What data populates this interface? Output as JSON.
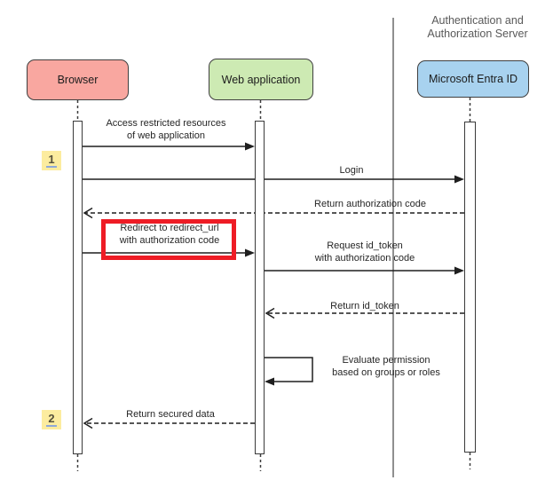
{
  "header": {
    "line1": "Authentication and",
    "line2": "Authorization Server"
  },
  "actors": [
    {
      "id": "browser",
      "label": "Browser",
      "fill": "#f9a7a0"
    },
    {
      "id": "web-application",
      "label": "Web application",
      "fill": "#cdeab3"
    },
    {
      "id": "microsoft-entra-id",
      "label": "Microsoft Entra ID",
      "fill": "#a8d2ef"
    }
  ],
  "messages": [
    {
      "id": "access-restricted-resources",
      "from": "browser",
      "to": "web-application",
      "style": "solid",
      "lines": [
        "Access restricted resources",
        "of web application"
      ]
    },
    {
      "id": "login",
      "from": "browser",
      "to": "microsoft-entra-id",
      "style": "solid",
      "lines": [
        "Login"
      ]
    },
    {
      "id": "return-authorization-code",
      "from": "microsoft-entra-id",
      "to": "browser",
      "style": "dashed",
      "lines": [
        "Return authorization code"
      ]
    },
    {
      "id": "redirect-with-authorization-code",
      "from": "browser",
      "to": "web-application",
      "style": "solid",
      "highlighted": true,
      "lines": [
        "Redirect to redirect_url",
        "with authorization code"
      ]
    },
    {
      "id": "request-id-token",
      "from": "web-application",
      "to": "microsoft-entra-id",
      "style": "solid",
      "lines": [
        "Request id_token",
        "with authorization code"
      ]
    },
    {
      "id": "return-id-token",
      "from": "microsoft-entra-id",
      "to": "web-application",
      "style": "dashed",
      "lines": [
        "Return id_token"
      ]
    },
    {
      "id": "evaluate-permission",
      "from": "web-application",
      "to": "web-application",
      "style": "self",
      "lines": [
        "Evaluate permission",
        "based on groups or roles"
      ]
    },
    {
      "id": "return-secured-data",
      "from": "web-application",
      "to": "browser",
      "style": "dashed",
      "lines": [
        "Return secured data"
      ]
    }
  ],
  "steps": [
    {
      "number": "1"
    },
    {
      "number": "2"
    }
  ],
  "colors": {
    "highlight": "#ee1c25",
    "divider": "#8f8f8f",
    "browser_fill": "#f9a7a0",
    "webapp_fill": "#cdeab3",
    "entra_fill": "#a8d2ef",
    "step_fill": "#fcec9f"
  }
}
